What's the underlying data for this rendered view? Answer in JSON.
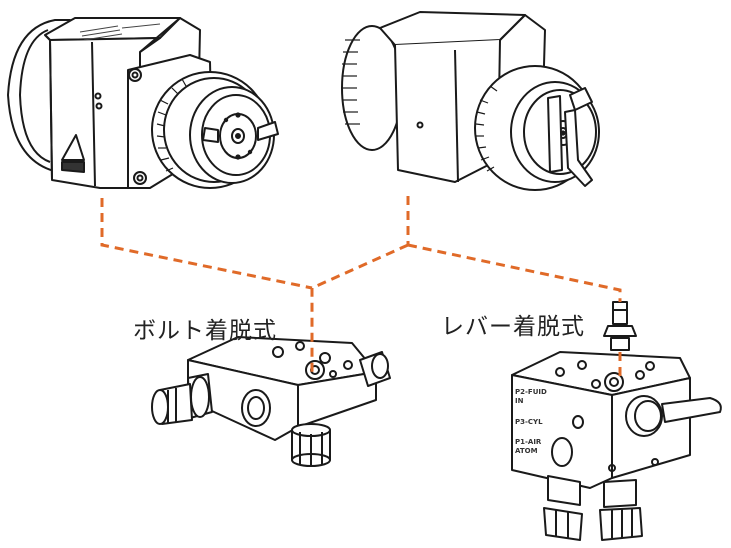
{
  "labels": {
    "bolt_mount": "ボルト着脱式",
    "lever_mount": "レバー着脱式"
  },
  "base_markings": {
    "fluid_in_1": "P2-FUID",
    "fluid_in_2": "IN",
    "cylinder": "P3-CYL",
    "air_1": "P1-AIR",
    "air_2": "ATOM"
  },
  "colors": {
    "connector": "#e06a28",
    "line_art": "#1a1a1a",
    "background": "#ffffff"
  }
}
